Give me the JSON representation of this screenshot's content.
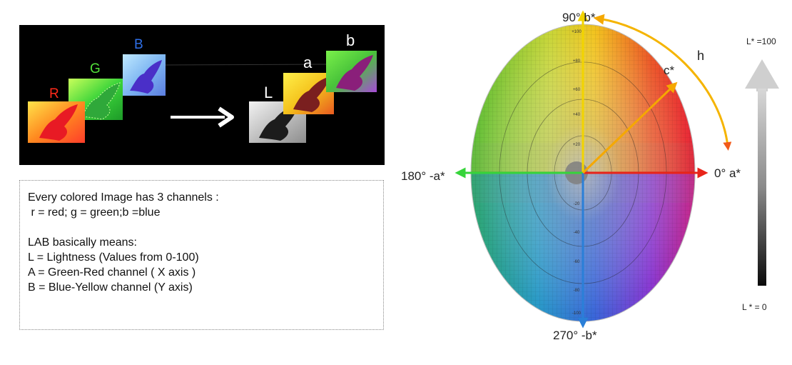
{
  "channels_figure": {
    "rgb_labels": {
      "r": "R",
      "g": "G",
      "b": "B"
    },
    "lab_labels": {
      "l": "L",
      "a": "a",
      "b": "b"
    },
    "colors": {
      "r": "#ff2a1a",
      "g": "#52e03a",
      "b": "#2f6fe8",
      "lab": "#ffffff",
      "background": "#000000"
    }
  },
  "description": {
    "line1": "Every colored Image has 3 channels :",
    "line2": " r = red; g = green;b =blue",
    "line3": "LAB basically means:",
    "line4": "L = Lightness (Values from 0-100)",
    "line5": "A = Green-Red channel ( X axis )",
    "line6": "B = Blue-Yellow channel (Y axis)"
  },
  "lab_diagram": {
    "axis_top": "90° b*",
    "axis_right": "0° a*",
    "axis_left": "180° -a*",
    "axis_bottom": "270° -b*",
    "chroma_label": "c*",
    "hue_label": "h",
    "lightness_top": "L* =100",
    "lightness_bottom": "L * = 0",
    "tick_labels": {
      "top": "+100",
      "y1": "+80",
      "y2": "+60",
      "y3": "+40",
      "y4": "+20",
      "ym1": "-20",
      "ym2": "-40",
      "ym3": "-60",
      "ym4": "-80",
      "ym5": "-100"
    },
    "colors": {
      "b_axis": "#f2d400",
      "a_axis": "#e8241a",
      "neg_a_axis": "#36d43a",
      "neg_b_axis": "#2a7fd8",
      "chroma": "#f5a800",
      "hue_arc": "#f5a800"
    }
  }
}
